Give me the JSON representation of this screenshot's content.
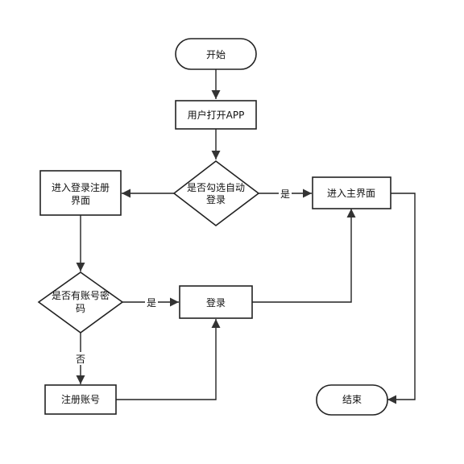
{
  "nodes": {
    "start": "开始",
    "open_app": "用户打开APP",
    "auto_login_line1": "是否勾选自动",
    "auto_login_line2": "登录",
    "enter_main": "进入主界面",
    "enter_login_line1": "进入登录注册",
    "enter_login_line2": "界面",
    "has_account_line1": "是否有账号密",
    "has_account_line2": "码",
    "login": "登录",
    "register": "注册账号",
    "end": "结束"
  },
  "edges": {
    "yes_auto_login": "是",
    "yes_has_account": "是",
    "no_has_account": "否"
  }
}
